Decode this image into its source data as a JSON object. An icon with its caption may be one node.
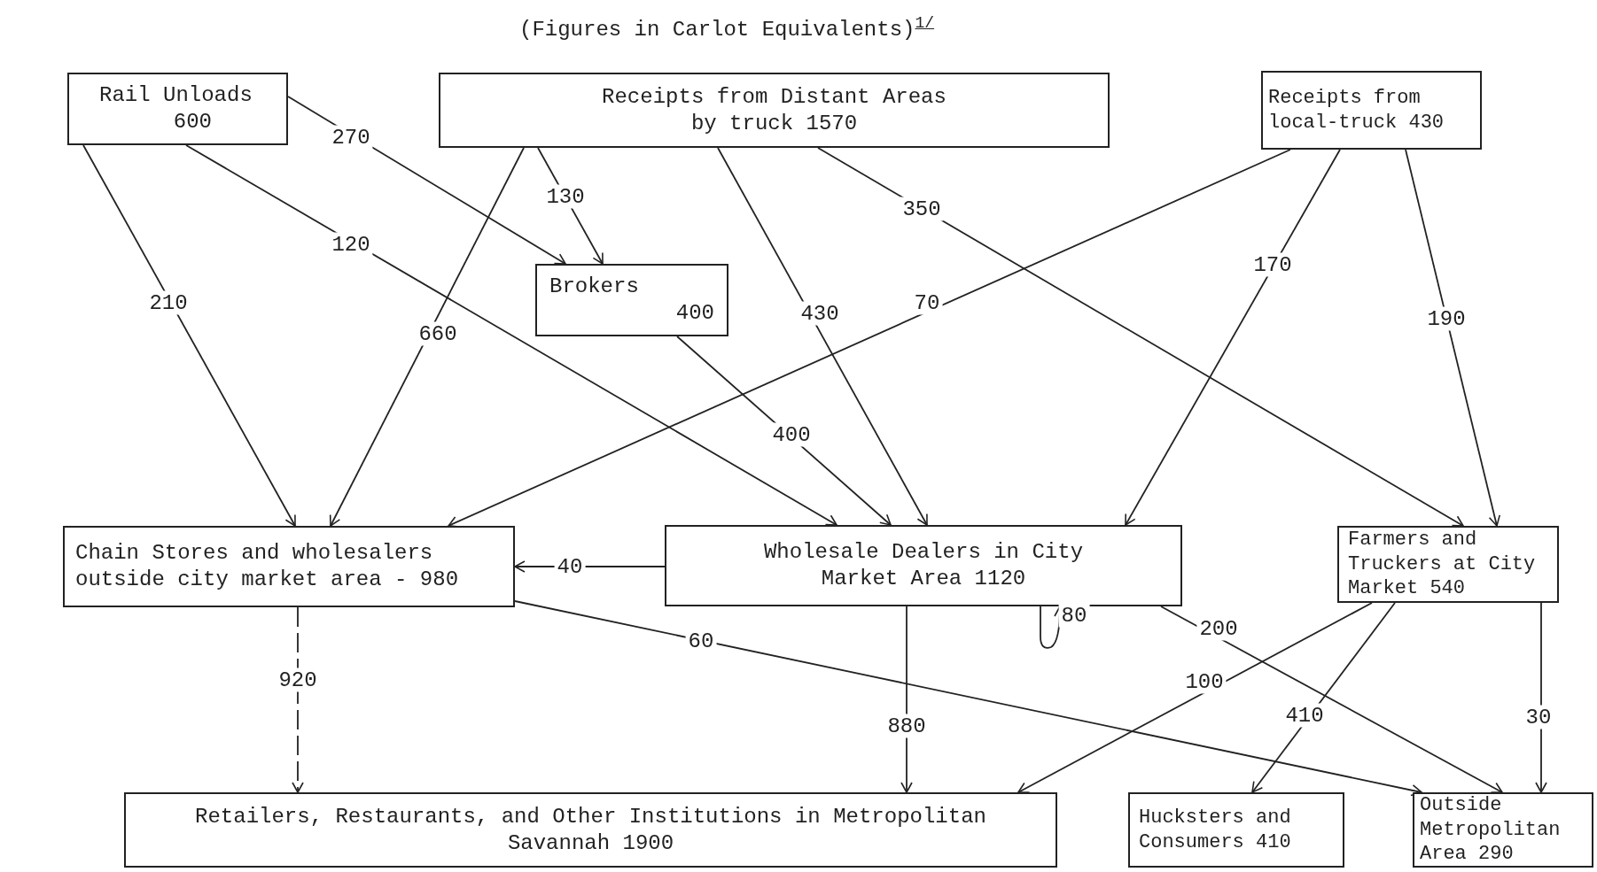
{
  "diagram": {
    "title": "(Figures in Carlot Equivalents)$^{1/}$",
    "nodes": [
      {
        "text": [
          "Rail Unloads",
          "600"
        ]
      },
      {
        "text": [
          "Receipts from Distant Areas",
          "by truck 1570"
        ]
      },
      {
        "text": [
          "Receipts from local-truck 430"
        ]
      },
      {
        "text": [
          "Brokers",
          "400"
        ]
      },
      {
        "text": [
          "Chain Stores and wholesalers outside city market area - 980"
        ]
      },
      {
        "text": [
          "Wholesale Dealers in City",
          "Market Area 1120"
        ]
      },
      {
        "text": [
          "Farmers and Truckers at City Market 540"
        ]
      },
      {
        "text": [
          "Retailers, Restaurants, and Other Institutions in Metropolitan",
          "Savannah 1900"
        ]
      },
      {
        "text": [
          "Hucksters and Consumers 410"
        ]
      },
      {
        "text": [
          "Outside Metropolitan Area 290"
        ]
      }
    ],
    "edges": [
      {
        "from": 0,
        "to": 3,
        "arrow": "to",
        "label": "270"
      },
      {
        "from": 0,
        "to": 5,
        "arrow": "to",
        "label": "120"
      },
      {
        "from": 0,
        "to": 4,
        "arrow": "to",
        "label": "210"
      },
      {
        "from": 1,
        "to": 4,
        "arrow": "to",
        "label": "660"
      },
      {
        "from": 1,
        "to": 3,
        "arrow": "to",
        "label": "130"
      },
      {
        "from": 1,
        "to": 5,
        "arrow": "to",
        "label": "430"
      },
      {
        "from": 1,
        "to": 6,
        "arrow": "to",
        "label": "350"
      },
      {
        "from": 2,
        "to": 4,
        "arrow": "to",
        "label": "70"
      },
      {
        "from": 2,
        "to": 5,
        "arrow": "to",
        "label": "170"
      },
      {
        "from": 2,
        "to": 6,
        "arrow": "to",
        "label": "190"
      },
      {
        "from": 3,
        "to": 5,
        "arrow": "to",
        "label": "400"
      },
      {
        "from": 5,
        "to": 4,
        "arrow": "to",
        "label": "40"
      },
      {
        "from": 5,
        "to": 5,
        "arrow": "to",
        "label": "80"
      },
      {
        "from": 5,
        "to": 7,
        "arrow": "to",
        "label": "880"
      },
      {
        "from": 5,
        "to": 9,
        "arrow": "to",
        "label": "200"
      },
      {
        "from": 4,
        "to": 7,
        "arrow": "to",
        "label": "920",
        "style": "dashed"
      },
      {
        "from": 4,
        "to": 9,
        "arrow": "to",
        "label": "60"
      },
      {
        "from": 6,
        "to": 7,
        "arrow": "to",
        "label": "100"
      },
      {
        "from": 6,
        "to": 8,
        "arrow": "to",
        "label": "410"
      },
      {
        "from": 6,
        "to": 9,
        "arrow": "to",
        "label": "30"
      }
    ]
  }
}
